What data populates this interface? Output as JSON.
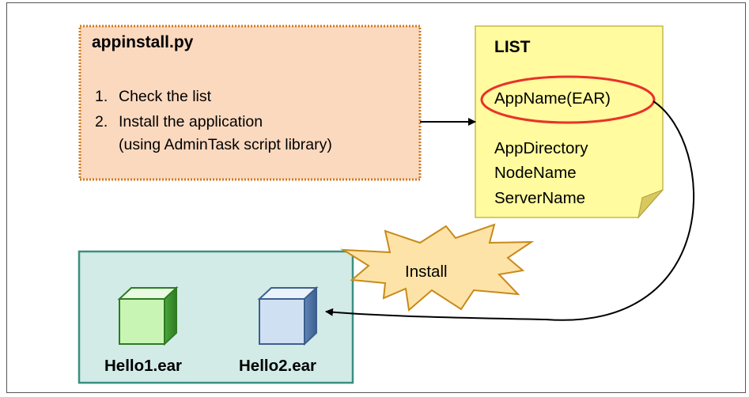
{
  "script_box": {
    "title": "appinstall.py",
    "steps": [
      {
        "number": "1.",
        "text": "Check the list"
      },
      {
        "number": "2.",
        "text": "Install the application"
      }
    ],
    "step_note": "(using AdminTask script library)"
  },
  "list_note": {
    "title": "LIST",
    "highlighted_item": "AppName(EAR)",
    "items": [
      "AppDirectory",
      "NodeName",
      "ServerName"
    ]
  },
  "install_burst": {
    "label": "Install"
  },
  "server_box": {
    "apps": [
      {
        "label": "Hello1.ear"
      },
      {
        "label": "Hello2.ear"
      }
    ]
  },
  "colors": {
    "script_box_fill": "#fbd9bf",
    "script_box_border": "#cc7a22",
    "list_note_fill": "#fffb9e",
    "highlight_ellipse": "#e8322b",
    "burst_fill": "#fde3a7",
    "burst_border": "#c88a1a",
    "server_box_fill": "#d2ebe7",
    "server_box_border": "#3a8f82",
    "cube_green": "#c8f5b4",
    "cube_blue": "#cfe0f2"
  }
}
